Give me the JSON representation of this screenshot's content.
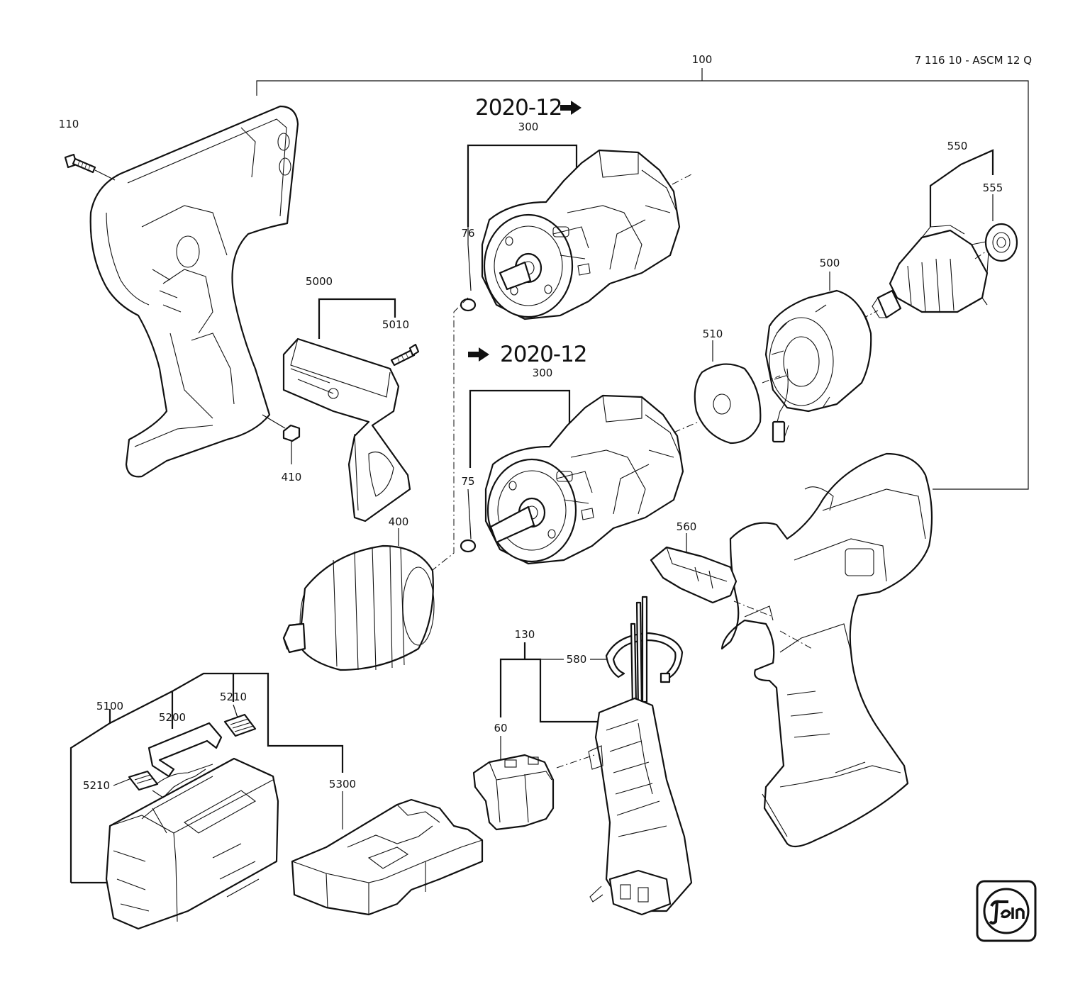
{
  "title": "7 116 10 - ASCM 12 Q",
  "revision_marks": [
    {
      "text": "2020-12",
      "arrow": "after"
    },
    {
      "text": "2020-12",
      "arrow": "before"
    }
  ],
  "part_numbers": {
    "p100": "100",
    "p110": "110",
    "p300a": "300",
    "p76": "76",
    "p300b": "300",
    "p75": "75",
    "p550": "550",
    "p555": "555",
    "p500": "500",
    "p510": "510",
    "p5000": "5000",
    "p5010": "5010",
    "p410": "410",
    "p400": "400",
    "p560": "560",
    "p130": "130",
    "p580": "580",
    "p60": "60",
    "p5100": "5100",
    "p5200": "5200",
    "p5210a": "5210",
    "p5210b": "5210",
    "p5300": "5300"
  },
  "logo": {
    "brand": "Fein"
  }
}
